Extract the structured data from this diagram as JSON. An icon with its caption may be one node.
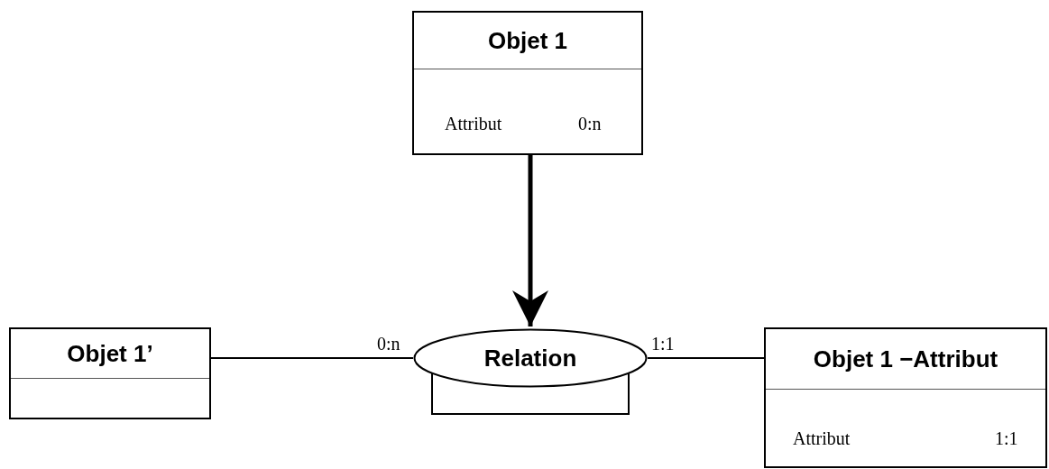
{
  "diagram": {
    "nodes": [
      {
        "text": [
          "Objet 1",
          "Attribut",
          "0:n"
        ]
      },
      {
        "text": [
          "Relation"
        ]
      },
      {
        "text": [
          "Objet 1’"
        ]
      },
      {
        "text": [
          "Objet 1 −Attribut",
          "Attribut",
          "1:1"
        ]
      }
    ],
    "edges": [
      {
        "from": 0,
        "to": 1,
        "arrow": "to",
        "style": "thick"
      },
      {
        "from": 2,
        "to": 1,
        "arrow": "none",
        "label": "0:n"
      },
      {
        "from": 1,
        "to": 3,
        "arrow": "none",
        "label": "1:1"
      }
    ]
  }
}
